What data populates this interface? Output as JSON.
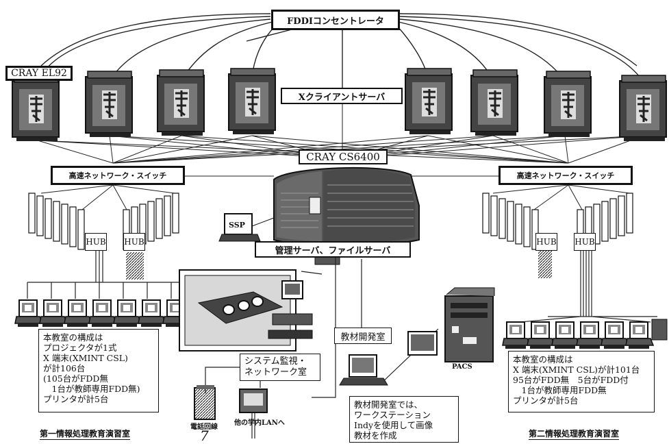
{
  "labels": {
    "fddi_concentrator": "FDDIコンセントレータ",
    "cray_el92": "CRAY EL92",
    "x_client_server": "Xクライアントサーバ",
    "cray_cs6400": "CRAY CS6400",
    "hs_switch_left": "高速ネットワーク・スイッチ",
    "hs_switch_right": "高速ネットワーク・スイッチ",
    "ssp": "SSP",
    "mgmt_server": "管理サーバ、ファイルサーバ",
    "hub": "HUB",
    "material_room": "教材開発室",
    "system_room_line1": "システム監視・",
    "system_room_line2": "ネットワーク室",
    "pacs": "PACS",
    "phone_line": "電話回線",
    "other_lan": "他の学内LANへ",
    "annotation_7": "7",
    "caption_left": "第一情報処理教育演習室",
    "caption_right": "第二情報処理教育演習室"
  },
  "left_room": {
    "lines": [
      "本教室の構成は",
      "プロジェクタが1式",
      "X 端末(XMINT CSL)",
      "が計106台",
      "(105台がFDD無",
      "　1台が教師専用FDD無)",
      "プリンタが計5台"
    ]
  },
  "right_room": {
    "lines": [
      "本教室の構成は",
      "X 端末(XMINT CSL)が計101台",
      "95台がFDD無　5台がFDD付",
      "　1台が教師専用FDD無",
      "プリンタが計5台"
    ]
  },
  "material_note": {
    "lines": [
      "教材開発室では、",
      "ワークステーション",
      "Indyを使用して画像",
      "教材を作成"
    ]
  }
}
